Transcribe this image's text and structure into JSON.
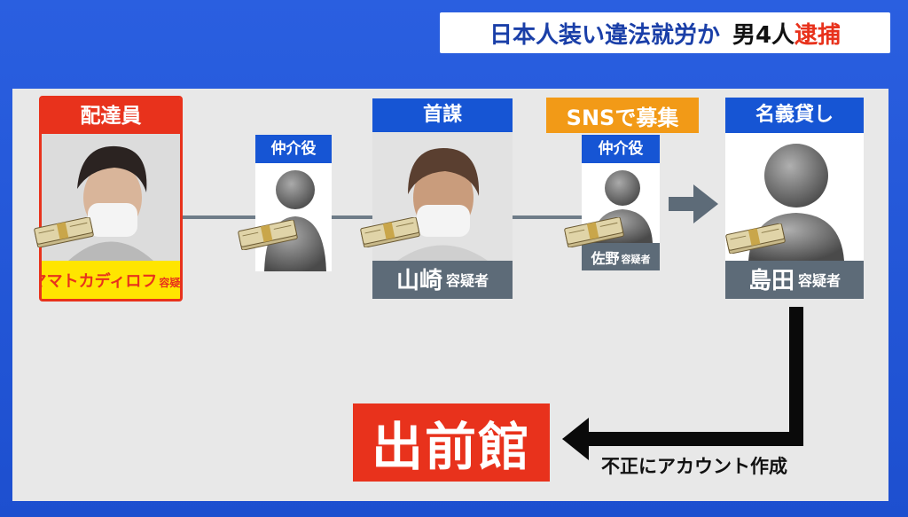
{
  "headline": {
    "part1": "日本人装い違法就労か",
    "part2": "男4人",
    "part3": "逮捕"
  },
  "nodes": {
    "delivery": {
      "header": "配達員",
      "name": "ママトカディロフ",
      "suffix": "容疑者"
    },
    "broker1": {
      "header": "仲介役"
    },
    "leader": {
      "header": "首謀",
      "name": "山崎",
      "suffix": "容疑者"
    },
    "sns": {
      "label": "SNSで募集"
    },
    "broker2": {
      "header": "仲介役",
      "name": "佐野",
      "suffix": "容疑者"
    },
    "lender": {
      "header": "名義貸し",
      "name": "島田",
      "suffix": "容疑者"
    }
  },
  "target": {
    "label": "出前館"
  },
  "flow_label": "不正にアカウント作成",
  "colors": {
    "background": "#1f54d6",
    "board": "#e8e8e8",
    "blue_header": "#1655d4",
    "red": "#e8321c",
    "orange": "#f29a17",
    "name_bar": "#5d6b78"
  }
}
